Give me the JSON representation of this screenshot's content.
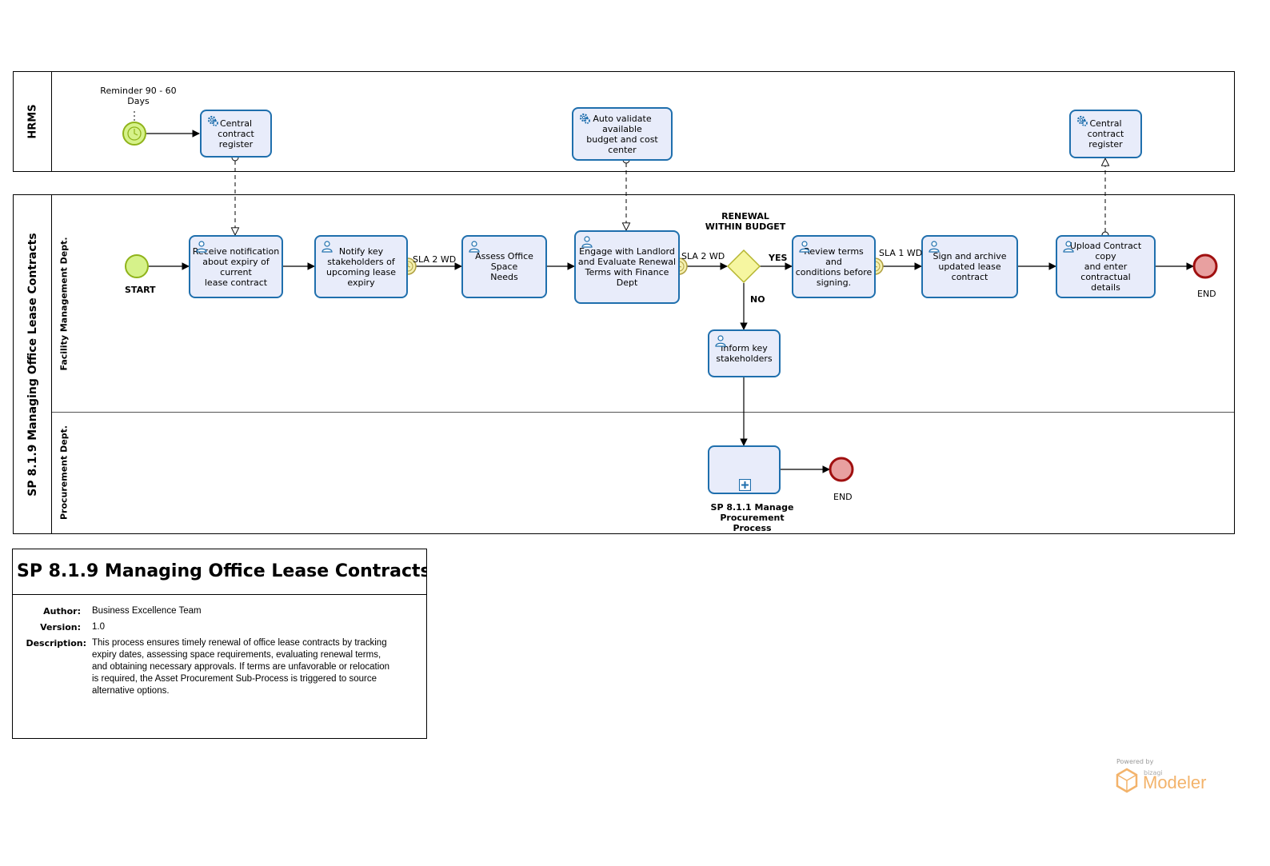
{
  "pools": {
    "hrms": {
      "label": "HRMS"
    },
    "main": {
      "label": "SP 8.1.9 Managing Office Lease Contracts"
    }
  },
  "lanes": {
    "facility": "Facility Management Dept.",
    "procurement": "Procurement Dept."
  },
  "tasks": {
    "t_central1": "Central contract\nregister",
    "t_autovalidate": "Auto validate available\nbudget and cost center",
    "t_central2": "Central contract\nregister",
    "t_receive": "Receive notification\nabout expiry of current\nlease contract",
    "t_notify": "Notify key\nstakeholders of\nupcoming lease expiry",
    "t_assess": "Assess Office Space\nNeeds",
    "t_engage": "Engage with Landlord\nand Evaluate Renewal\nTerms with Finance Dept",
    "t_review": "Review terms and\nconditions before\nsigning.",
    "t_sign": "Sign and archive\nupdated lease contract",
    "t_upload": "Upload Contract copy\nand enter contractual\ndetails",
    "t_inform": "Inform key\nstakeholders"
  },
  "labels": {
    "reminder": "Reminder 90 - 60\nDays",
    "start": "START",
    "end1": "END",
    "end2": "END",
    "sla1": "SLA 2 WD",
    "sla2": "SLA 2 WD",
    "sla3": "SLA 1 WD",
    "gateway": "RENEWAL\nWITHIN BUDGET",
    "yes": "YES",
    "no": "NO",
    "subprocess": "SP 8.1.1 Manage\nProcurement Process"
  },
  "legend": {
    "title": "SP 8.1.9 Managing Office Lease Contracts",
    "author_key": "Author:",
    "author": "Business Excellence Team",
    "version_key": "Version:",
    "version": "1.0",
    "description_key": "Description:",
    "description": "This process ensures timely renewal of office lease contracts by tracking expiry dates, assessing space requirements, evaluating renewal terms, and obtaining necessary approvals. If terms are unfavorable or relocation is required, the Asset Procurement Sub-Process is triggered to source alternative options."
  },
  "brand": {
    "powered": "Powered by",
    "sub": "bizagi",
    "name": "Modeler"
  },
  "colors": {
    "task_fill": "#e8ecfa",
    "task_stroke": "#1f6fad",
    "start_fill": "#d6f28a",
    "end_fill": "#e8a0a0",
    "end_stroke": "#a01010",
    "gateway_fill": "#f6f6a0",
    "brand": "#f3b36b"
  }
}
